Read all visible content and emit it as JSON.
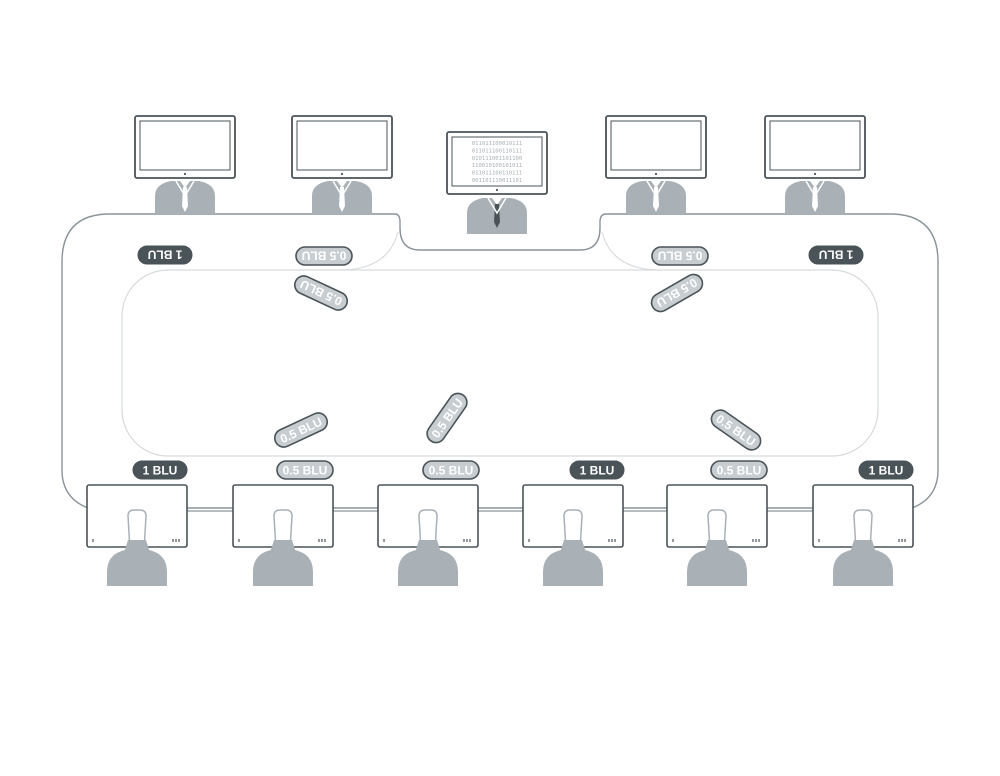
{
  "colors": {
    "table_stroke": "#8a9499",
    "inner_stroke": "#d6dadc",
    "figure": "#a9b1b6",
    "monitor_stroke": "#4a5358",
    "chip_dark": "#4a5358",
    "chip_light": "#a9b1b6",
    "chip_light_fill": "#c7cdd0"
  },
  "top_players": [
    {
      "chip": "1 BLU",
      "chip_style": "dark",
      "flipped": true
    },
    {
      "chip": "0.5 BLU",
      "chip_style": "light",
      "flipped": true,
      "bet": "0.5 BLU"
    },
    {
      "chip": "",
      "dealer": true
    },
    {
      "chip": "0.5 BLU",
      "chip_style": "light",
      "flipped": true,
      "bet": "0.5 BLU"
    },
    {
      "chip": "1 BLU",
      "chip_style": "dark",
      "flipped": true
    }
  ],
  "dealer_screen": {
    "code_lines": [
      "011011100010111",
      "011011100110111",
      "010111001101100",
      "110010100101011",
      "011011100110111",
      "001101110011101"
    ]
  },
  "bottom_players": [
    {
      "chip": "1 BLU",
      "chip_style": "dark"
    },
    {
      "chip": "0.5 BLU",
      "chip_style": "light",
      "bet": "0.5 BLU"
    },
    {
      "chip": "0.5 BLU",
      "chip_style": "light",
      "bet": "0.5 BLU"
    },
    {
      "chip": "1 BLU",
      "chip_style": "dark"
    },
    {
      "chip": "0.5 BLU",
      "chip_style": "light",
      "bet": "0.5 BLU"
    },
    {
      "chip": "1 BLU",
      "chip_style": "dark"
    }
  ]
}
